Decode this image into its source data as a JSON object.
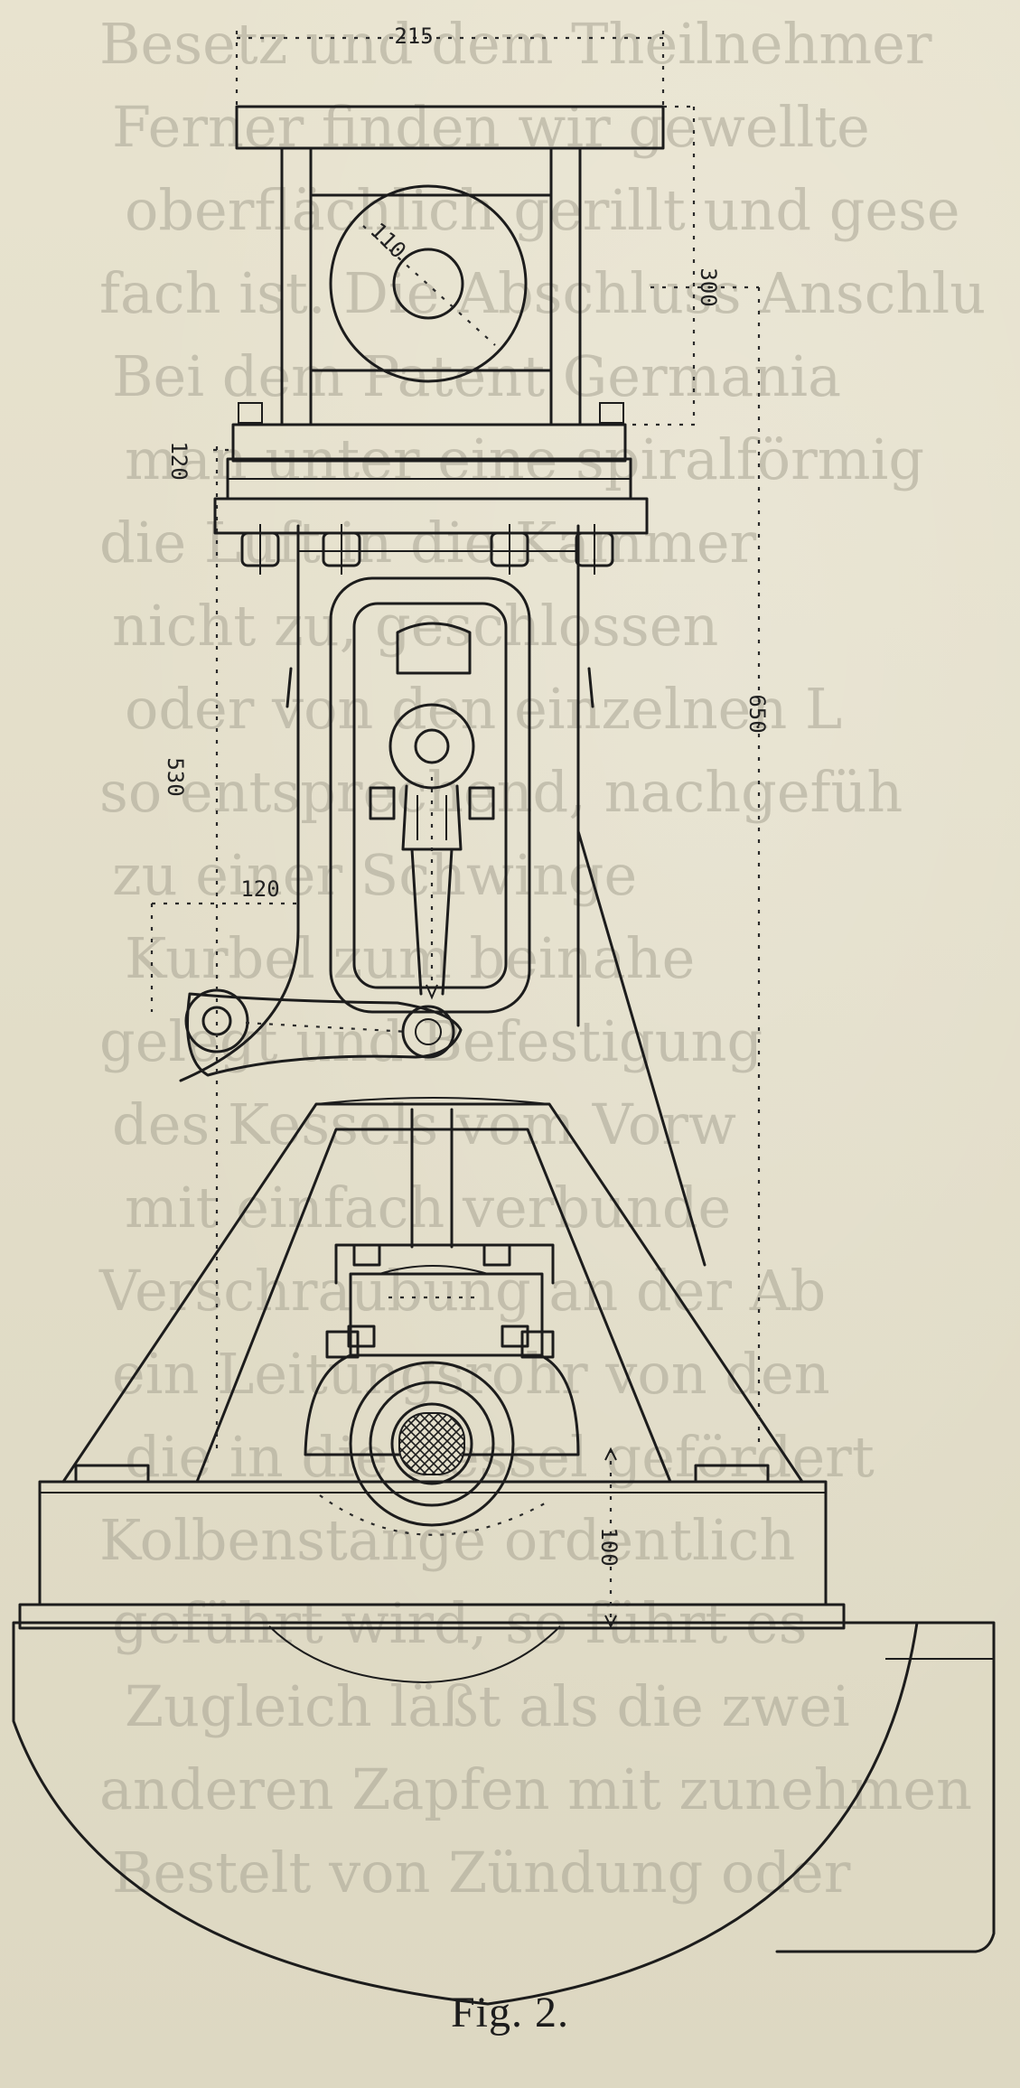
{
  "caption": "Fig. 2.",
  "dimensions": {
    "top_width": "215",
    "top_height": "300",
    "crank_radius": "110",
    "flange": "120",
    "overall_height": "650",
    "column_height": "530",
    "arm_offset": "120",
    "base_height": "100"
  },
  "bleed_through_lines": [
    "Besetz und dem Theilnehmer",
    "Ferner finden wir gewellte",
    "oberflächlich gerillt und gese",
    "fach ist. Die Abschluss Anschlu",
    "Bei dem Patent Germania",
    "man unter eine spiralförmig",
    "die Luft in die Kammer",
    "nicht zu, geschlossen",
    "oder von den einzelnen L",
    "so entsprechend, nachgefüh",
    "zu einer Schwinge",
    "Kurbel zum beinahe",
    "gelegt und Befestigung",
    "des Kessels vom Vorw",
    "mit einfach verbunde",
    "Verschraubung an der Ab",
    "ein Leitungsrohr von den",
    "die in die Kessel gefördert",
    "Kolbenstange ordentlich",
    "geführt wird, so führt es",
    "Zugleich läßt als die zwei",
    "anderen Zapfen mit zunehmen",
    "Bestelt von Zündung oder"
  ]
}
